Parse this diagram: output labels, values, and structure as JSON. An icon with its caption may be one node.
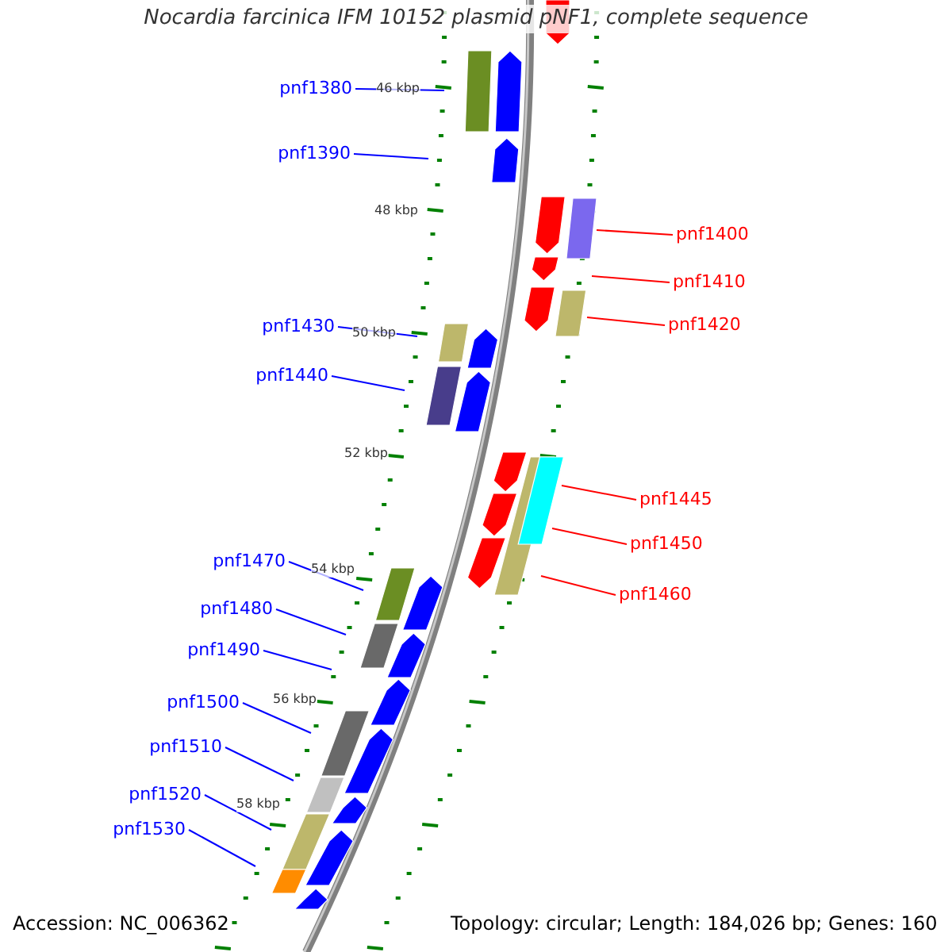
{
  "diagram": {
    "title": "Nocardia farcinica IFM 10152 plasmid pNF1, complete sequence",
    "nodes": [
      {
        "text": [
          "pnf1380"
        ]
      },
      {
        "text": [
          "pnf1390"
        ]
      },
      {
        "text": [
          "pnf1430"
        ]
      },
      {
        "text": [
          "pnf1440"
        ]
      },
      {
        "text": [
          "pnf1470"
        ]
      },
      {
        "text": [
          "pnf1480"
        ]
      },
      {
        "text": [
          "pnf1490"
        ]
      },
      {
        "text": [
          "pnf1500"
        ]
      },
      {
        "text": [
          "pnf1510"
        ]
      },
      {
        "text": [
          "pnf1520"
        ]
      },
      {
        "text": [
          "pnf1530"
        ]
      },
      {
        "text": [
          "pnf1400"
        ]
      },
      {
        "text": [
          "pnf1410"
        ]
      },
      {
        "text": [
          "pnf1420"
        ]
      },
      {
        "text": [
          "pnf1445"
        ]
      },
      {
        "text": [
          "pnf1450"
        ]
      },
      {
        "text": [
          "pnf1460"
        ]
      }
    ],
    "edges": [
      {
        "from": 0,
        "to": null,
        "arrow": "none"
      },
      {
        "from": 1,
        "to": null,
        "arrow": "none"
      },
      {
        "from": 2,
        "to": null,
        "arrow": "none"
      },
      {
        "from": 3,
        "to": null,
        "arrow": "none"
      },
      {
        "from": 4,
        "to": null,
        "arrow": "none"
      },
      {
        "from": 5,
        "to": null,
        "arrow": "none"
      },
      {
        "from": 6,
        "to": null,
        "arrow": "none"
      },
      {
        "from": 7,
        "to": null,
        "arrow": "none"
      },
      {
        "from": 8,
        "to": null,
        "arrow": "none"
      },
      {
        "from": 9,
        "to": null,
        "arrow": "none"
      },
      {
        "from": 10,
        "to": null,
        "arrow": "none"
      },
      {
        "from": 11,
        "to": null,
        "arrow": "none",
        "color": "#ff0000"
      },
      {
        "from": 12,
        "to": null,
        "arrow": "none",
        "color": "#ff0000"
      },
      {
        "from": 13,
        "to": null,
        "arrow": "none",
        "color": "#ff0000"
      },
      {
        "from": 14,
        "to": null,
        "arrow": "none",
        "color": "#ff0000"
      },
      {
        "from": 15,
        "to": null,
        "arrow": "none",
        "color": "#ff0000"
      },
      {
        "from": 16,
        "to": null,
        "arrow": "none",
        "color": "#ff0000"
      }
    ],
    "labels": [
      "46 kbp",
      "48 kbp",
      "50 kbp",
      "52 kbp",
      "54 kbp",
      "56 kbp",
      "58 kbp",
      "Accession: NC_006362",
      "Topology: circular; Length: 184,026 bp; Genes: 160"
    ]
  }
}
